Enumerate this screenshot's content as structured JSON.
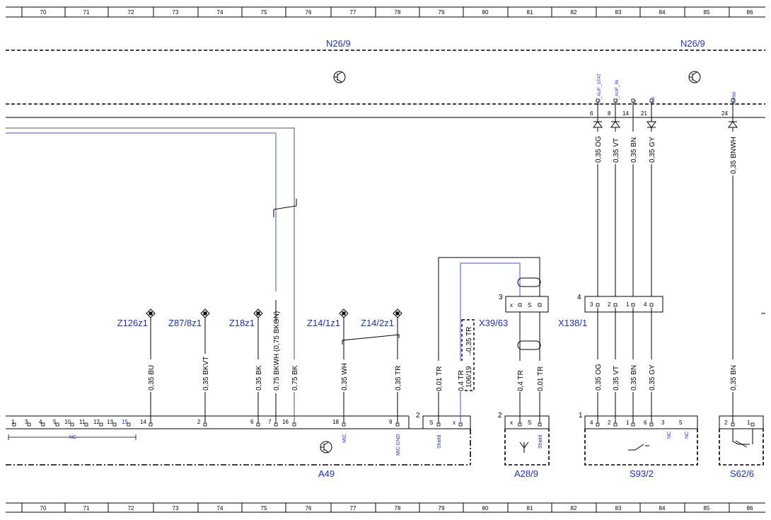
{
  "grid": {
    "columns": [
      "70",
      "71",
      "72",
      "73",
      "74",
      "75",
      "76",
      "77",
      "78",
      "79",
      "80",
      "81",
      "82",
      "83",
      "84",
      "85",
      "86"
    ]
  },
  "modules": {
    "n26_left": "N26/9",
    "n26_right": "N26/9",
    "a49": "A49",
    "a28": "A28/9",
    "s93": "S93/2",
    "s62": "S62/6",
    "x39": "X39/63",
    "x138": "X138/1"
  },
  "splices": {
    "z126": "Z126z1",
    "z87": "Z87/8z1",
    "z18": "Z18z1",
    "z14_1": "Z14/1z1",
    "z14_2": "Z14/2z1"
  },
  "top_signals": {
    "fk_auf_stat": "FK_AUF_STAT",
    "fk_auf_in": "FK_AUF_IN",
    "s31": "31",
    "s58d": "58d",
    "alrm": "ALRM"
  },
  "top_pins": {
    "p6": "6",
    "p8": "8",
    "p14": "14",
    "p21": "21",
    "p24": "24"
  },
  "wires": {
    "og_top": "0,35 OG",
    "vt_top": "0,35 VT",
    "bn_top": "0,35 BN",
    "gy_top": "0,35 GY",
    "bnwh_top": "0,35 BNWH",
    "bu": "0,35 BU",
    "bkvt": "0,35 BKVT",
    "bk035": "0,35 BK",
    "bkwh": "0,75 BKWH (0,75 BKGN)",
    "bk075": "0,75 BK",
    "wh": "0,35 WH",
    "tr_z14": "0,35 TR",
    "tr001_a": "0,01 TR",
    "tr04_a": "0,4 TR",
    "ref_a": "106/19",
    "ref_b": "0,35 TR",
    "tr04_b": "0,4 TR",
    "tr001_b": "0,01 TR",
    "og_bot": "0,35 OG",
    "vt_bot": "0,35 VT",
    "bn_bot": "0,35 BN",
    "gy_bot": "0,35 GY",
    "bn_s62": "0,35 BN"
  },
  "a49_pins": {
    "p1": "1",
    "p3": "3",
    "p4": "4",
    "p5": "5",
    "p10": "10",
    "p11": "11",
    "p12": "12",
    "p13": "13",
    "p15": "15",
    "p14": "14",
    "p2": "2",
    "p6": "6",
    "p7": "7",
    "p16": "16",
    "p18": "18",
    "p9": "9",
    "nc": "NC",
    "mic": "MIC",
    "mic_gnd": "MIC GND"
  },
  "conn_pins": {
    "a49_pos": "2",
    "s": "S",
    "x": "x",
    "shield": "Shield",
    "a28_pos": "2",
    "s93_pos": "1",
    "x39_pos": "3",
    "x138_pos": "4",
    "x138_p3": "3",
    "x138_p2": "2",
    "x138_p1": "1",
    "x138_p4": "4",
    "s93_p4": "4",
    "s93_p2": "2",
    "s93_p1": "1",
    "s93_p6": "6",
    "s93_p3": "3",
    "s93_p5": "5",
    "nc": "NC",
    "s62_p2": "2",
    "s62_p1": "1"
  }
}
